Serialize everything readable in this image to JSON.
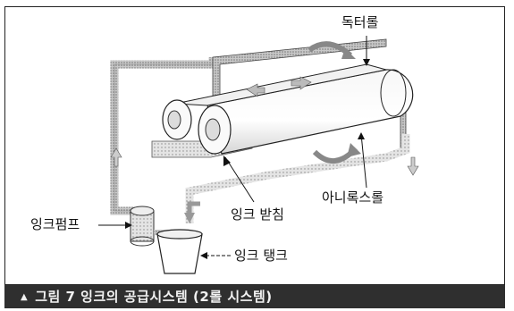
{
  "labels": {
    "doctor_roll": "독터롤",
    "anilox_roll": "아니록스롤",
    "ink_tray": "잉크 받침",
    "ink_pump": "잉크펌프",
    "ink_tank": "잉크 탱크"
  },
  "caption": {
    "marker": "▲",
    "text": "그림 7 잉크의 공급시스템 (2롤 시스템)"
  }
}
